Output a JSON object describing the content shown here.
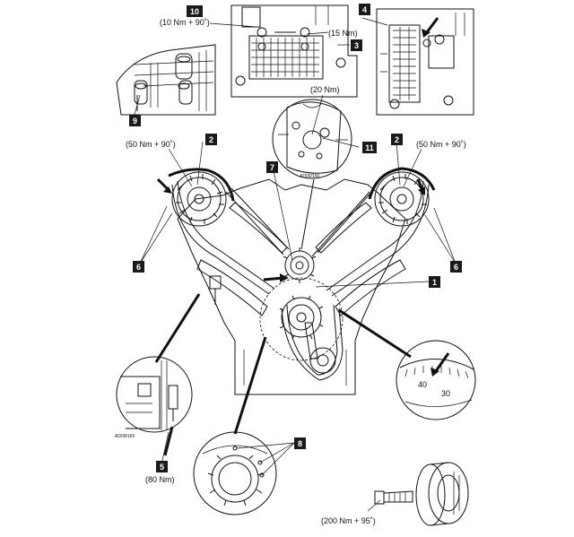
{
  "callouts": {
    "c1": "1",
    "c2a": "2",
    "c2b": "2",
    "c3": "3",
    "c4": "4",
    "c5": "5",
    "c6a": "6",
    "c6b": "6",
    "c7": "7",
    "c8": "8",
    "c9": "9",
    "c10": "10",
    "c11": "11"
  },
  "torques": {
    "t_10nm_90": "(10 Nm + 90˚)",
    "t_15nm": "(15 Nm)",
    "t_20nm": "(20 Nm)",
    "t_50nm_90_left": "(50 Nm + 90˚)",
    "t_50nm_90_right": "(50 Nm + 90˚)",
    "t_80nm": "(80 Nm)",
    "t_200nm_95": "(200 Nm + 95˚)"
  },
  "scale_numbers": {
    "n40": "40",
    "n30": "30"
  },
  "figure_codes": {
    "code_top": "AD09/166",
    "code_left": "AD09/165"
  },
  "colors": {
    "ink": "#111111",
    "badge": "#1a1a1a",
    "paper": "#ffffff"
  }
}
